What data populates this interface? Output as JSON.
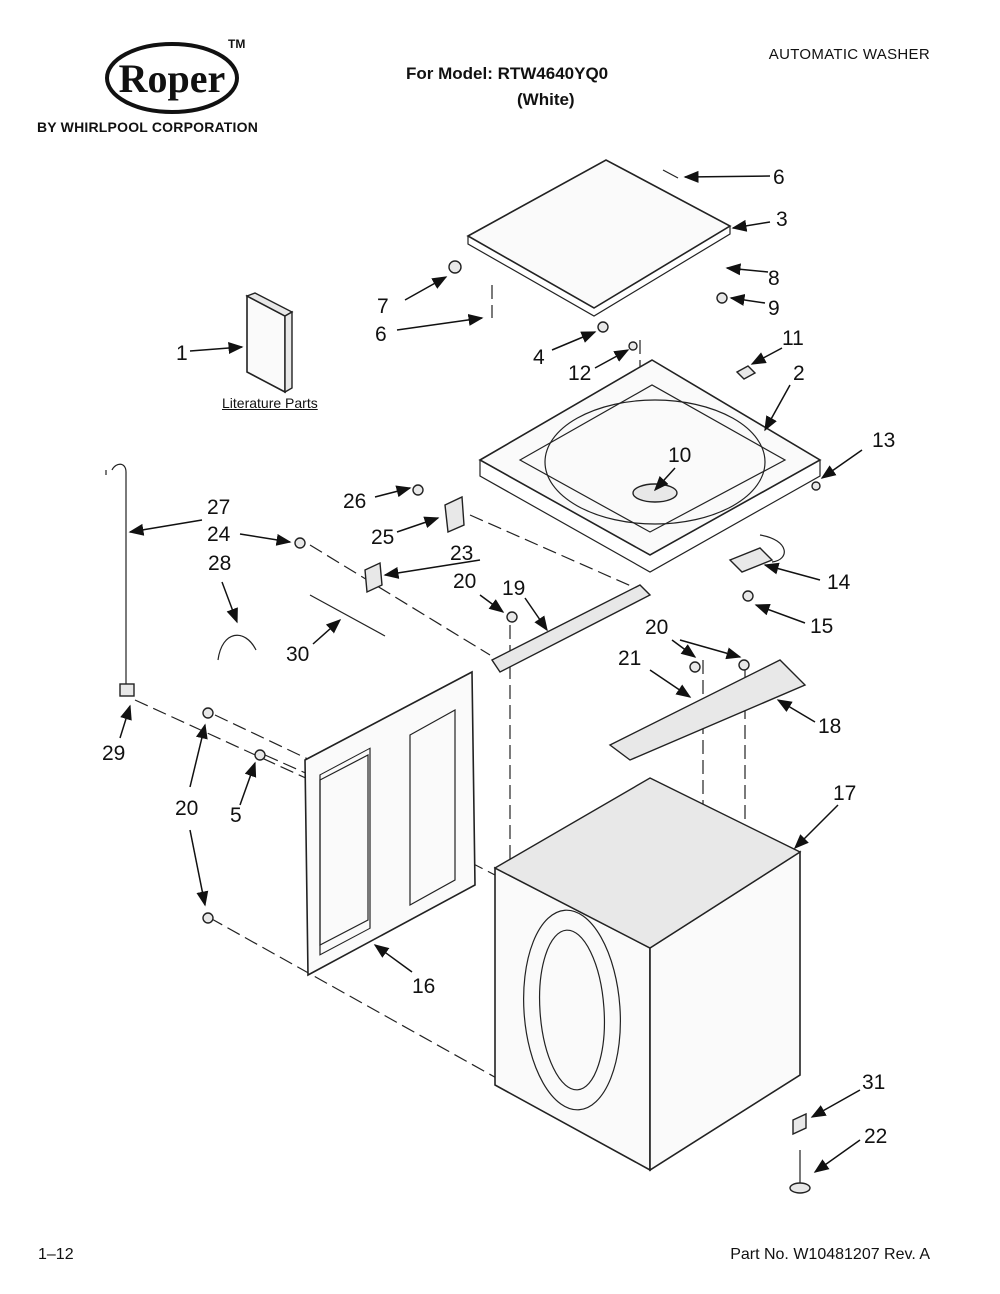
{
  "header": {
    "category": "AUTOMATIC WASHER",
    "model_line": "For Model: RTW4640YQ0",
    "model_color": "(White)"
  },
  "brand": {
    "logo_text": "Roper",
    "trademark": "TM",
    "byline": "BY WHIRLPOOL CORPORATION"
  },
  "labels": {
    "literature": "Literature Parts"
  },
  "callouts": [
    "1",
    "2",
    "3",
    "4",
    "5",
    "6",
    "6",
    "7",
    "8",
    "9",
    "10",
    "11",
    "12",
    "13",
    "14",
    "15",
    "16",
    "17",
    "18",
    "19",
    "20",
    "20",
    "20",
    "21",
    "22",
    "23",
    "24",
    "25",
    "26",
    "27",
    "28",
    "29",
    "30",
    "31"
  ],
  "footer": {
    "page": "1–12",
    "part_number": "Part No. W10481207 Rev. A"
  }
}
